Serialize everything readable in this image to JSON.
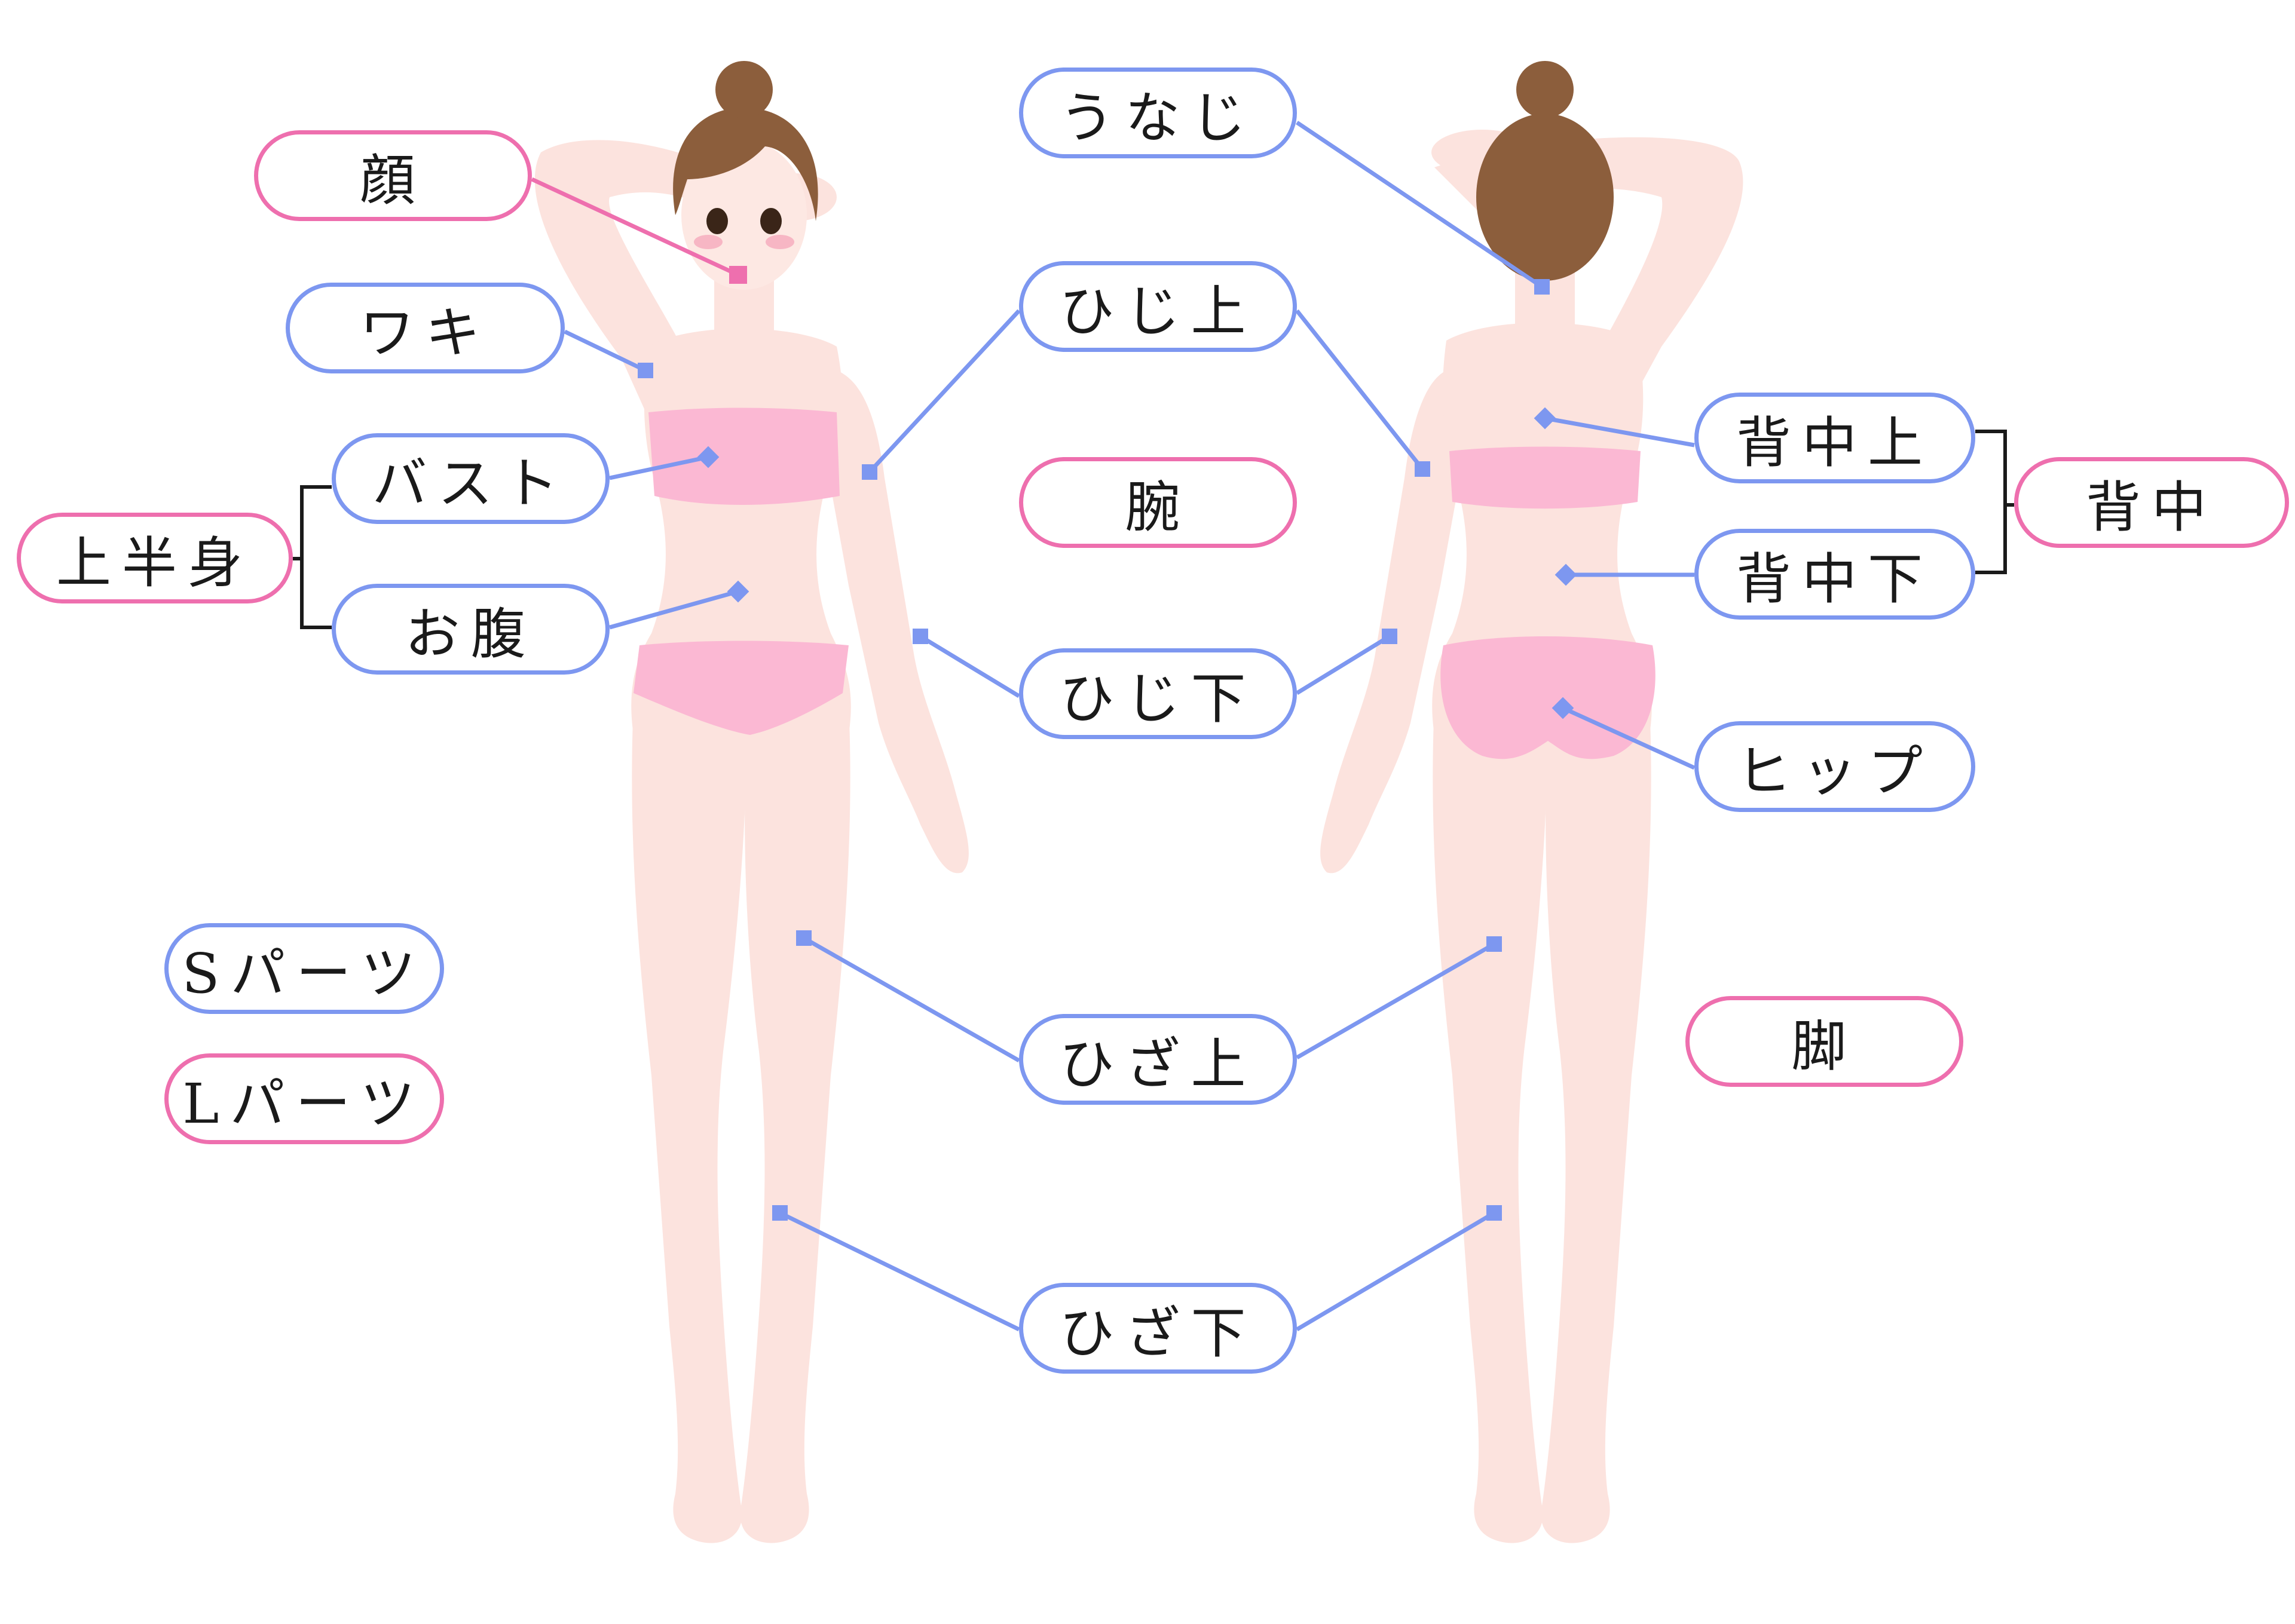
{
  "colors": {
    "s_parts": "#7d97f0",
    "l_parts": "#ee6fae",
    "skin": "#fce3de",
    "garment": "#fbb8d3",
    "hair": "#8c5e3c",
    "bracket": "#1a1a1a"
  },
  "labels": {
    "face": "顔",
    "underarm": "ワキ",
    "bust": "バスト",
    "upper_body": "上半身",
    "belly": "お腹",
    "nape": "うなじ",
    "upper_elbow": "ひじ上",
    "arm": "腕",
    "lower_elbow": "ひじ下",
    "upper_knee": "ひざ上",
    "lower_knee": "ひざ下",
    "upper_back": "背中上",
    "lower_back": "背中下",
    "back": "背中",
    "hip": "ヒップ",
    "leg": "脚",
    "s_parts": "Sパーツ",
    "l_parts": "Lパーツ"
  }
}
